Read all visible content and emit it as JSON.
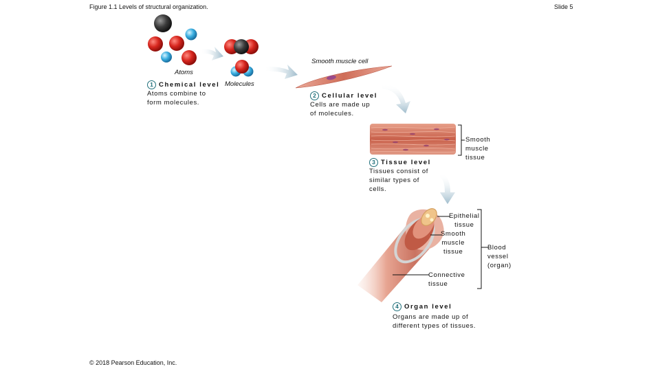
{
  "header": {
    "figure_title": "Figure 1.1 Levels of structural organization.",
    "slide_label": "Slide 5"
  },
  "chemical": {
    "atoms_label": "Atoms",
    "molecules_label": "Molecules",
    "number": "1",
    "level": "Chemical level",
    "desc_line1": "Atoms combine to",
    "desc_line2": "form molecules."
  },
  "cellular": {
    "cell_label": "Smooth muscle cell",
    "number": "2",
    "level": "Cellular level",
    "desc_line1": "Cells are made up",
    "desc_line2": "of molecules."
  },
  "tissue": {
    "number": "3",
    "level": "Tissue level",
    "desc_line1": "Tissues consist of",
    "desc_line2": "similar types of",
    "desc_line3": "cells.",
    "bracket_label_line1": "Smooth",
    "bracket_label_line2": "muscle",
    "bracket_label_line3": "tissue"
  },
  "organ": {
    "epithelial_line1": "Epithelial",
    "epithelial_line2": "tissue",
    "smooth_line1": "Smooth",
    "smooth_line2": "muscle",
    "smooth_line3": "tissue",
    "connective_line1": "Connective",
    "connective_line2": "tissue",
    "blood_line1": "Blood",
    "blood_line2": "vessel",
    "blood_line3": "(organ)",
    "number": "4",
    "level": "Organ level",
    "desc_line1": "Organs are made up of",
    "desc_line2": "different types of tissues."
  },
  "footer": {
    "copyright": "© 2018 Pearson Education, Inc."
  }
}
